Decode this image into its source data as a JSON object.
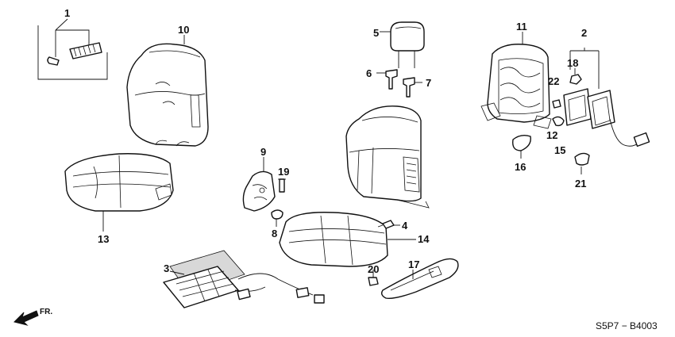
{
  "callouts": {
    "c1": "1",
    "c2": "2",
    "c3": "3",
    "c4": "4",
    "c5": "5",
    "c6": "6",
    "c7": "7",
    "c8": "8",
    "c9": "9",
    "c10": "10",
    "c11": "11",
    "c12": "12",
    "c13": "13",
    "c14": "14",
    "c15": "15",
    "c16": "16",
    "c17": "17",
    "c18": "18",
    "c19": "19",
    "c20": "20",
    "c21": "21",
    "c22": "22"
  },
  "direction_label": "FR.",
  "diagram_code": "S5P7 − B4003"
}
